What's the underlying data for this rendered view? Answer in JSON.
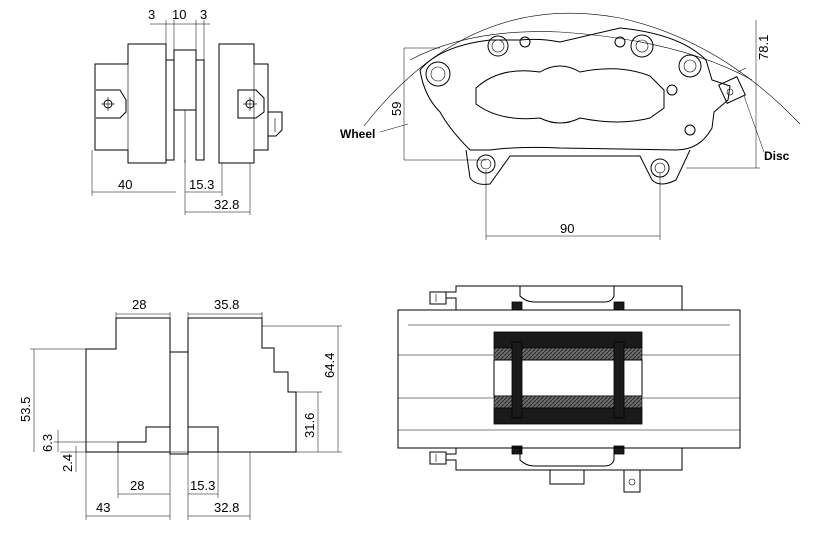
{
  "views": {
    "side": {
      "dims": {
        "top_left": "3",
        "top_mid": "10",
        "top_right": "3",
        "bottom_left": "40",
        "bottom_mid": "15.3",
        "bottom_right": "32.8"
      }
    },
    "front": {
      "dims": {
        "height": "78.1",
        "side_height": "59",
        "bolt_spacing": "90"
      },
      "labels": {
        "wheel": "Wheel",
        "disc": "Disc"
      }
    },
    "section": {
      "dims": {
        "top_left": "28",
        "top_right": "35.8",
        "height_total": "64.4",
        "height_left": "53.5",
        "height_inner": "31.6",
        "small_a": "6.3",
        "small_b": "2.4",
        "bottom_a": "28",
        "bottom_b": "15.3",
        "bottom_c": "43",
        "bottom_d": "32.8"
      }
    }
  }
}
